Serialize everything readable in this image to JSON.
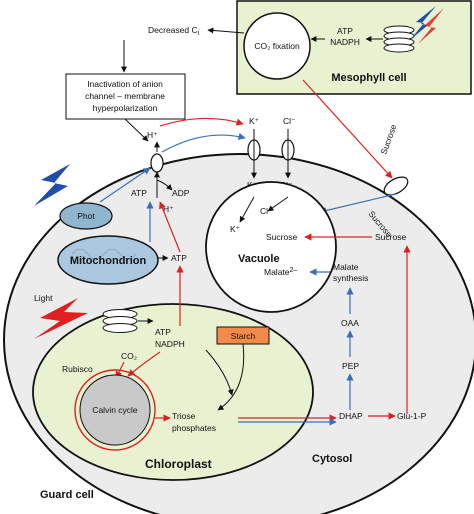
{
  "mesophyll": {
    "title": "Mesophyll cell",
    "co2_fixation": "CO₂ fixation",
    "atp": "ATP",
    "nadph": "NADPH"
  },
  "signals": {
    "decreased_ci": "Decreased C",
    "ci_subscript": "i",
    "inactivation": [
      "Inactivation of anion",
      "channel – membrane",
      "hyperpolarization"
    ]
  },
  "membrane": {
    "h_plus": "H⁺",
    "atp": "ATP",
    "adp": "ADP",
    "k_plus": "K⁺",
    "cl_minus": "Cl⁻",
    "sucrose": "Sucrose"
  },
  "organelles": {
    "phot": "Phot",
    "mitochondrion": "Mitochondrion",
    "vacuole": "Vacuole",
    "chloroplast": "Chloroplast",
    "cytosol": "Cytosol",
    "guard_cell": "Guard cell",
    "light": "Light"
  },
  "vacuole_items": {
    "sucrose": "Sucrose",
    "malate": "Malate",
    "malate_charge": "2–",
    "k_plus": "K⁺",
    "cl_minus": "Cl⁻"
  },
  "cytosol_items": {
    "sucrose": "Sucrose",
    "malate_synthesis": [
      "Malate",
      "synthesis"
    ],
    "oaa": "OAA",
    "pep": "PEP",
    "dhap": "DHAP",
    "glu1p": "Glu-1-P",
    "atp_mito": "ATP"
  },
  "chloroplast_items": {
    "atp": "ATP",
    "nadph": "NADPH",
    "starch": "Starch",
    "rubisco": "Rubisco",
    "co2": "CO₂",
    "calvin": "Calvin cycle",
    "triose": [
      "Triose",
      "phosphates"
    ]
  },
  "colors": {
    "mesophyll_fill": "#e8f2d0",
    "chloroplast_fill": "#e8f2d0",
    "guard_cell_fill": "#ececec",
    "phot_fill": "#8fb5cf",
    "mito_fill": "#aac9e0",
    "starch_fill": "#f28a4a",
    "calvin_fill": "#c9c9c9",
    "red_arrow": "#e02020",
    "blue_arrow": "#3a6fb5",
    "lightning_blue": "#1f4fa8",
    "lightning_red": "#e02020"
  }
}
